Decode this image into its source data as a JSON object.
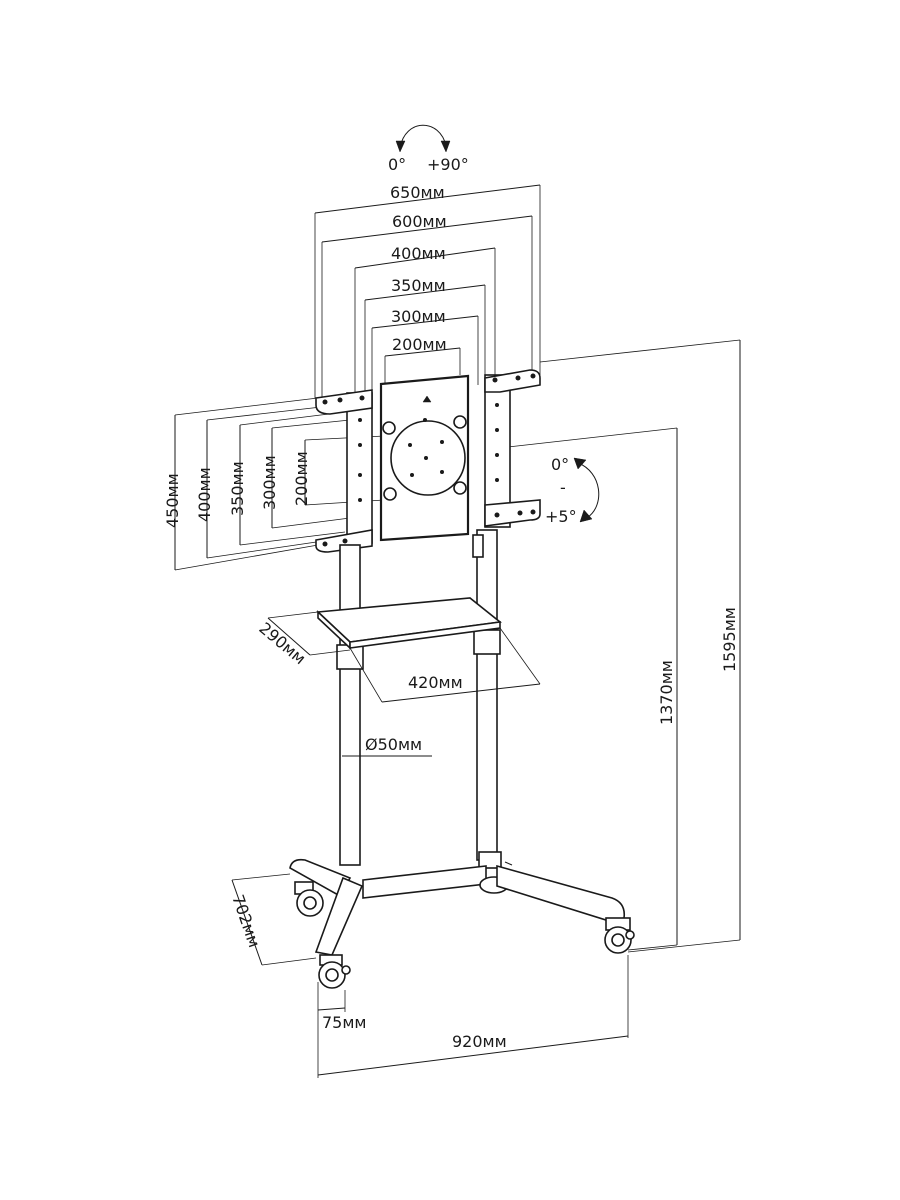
{
  "rotation": {
    "from": "0°",
    "to": "+90°"
  },
  "tilt": {
    "top": "0°",
    "mid": "-",
    "bottom": "+5°"
  },
  "horizontal_vesa": [
    "650мм",
    "600мм",
    "400мм",
    "350мм",
    "300мм",
    "200мм"
  ],
  "vertical_vesa": [
    "450мм",
    "400мм",
    "350мм",
    "300мм",
    "200мм"
  ],
  "shelf": {
    "depth": "290мм",
    "width": "420мм"
  },
  "pole_diameter": "Ø50мм",
  "heights": {
    "max": "1595мм",
    "mount": "1370мм"
  },
  "base": {
    "depth": "702мм",
    "width": "920мм",
    "caster": "75мм"
  },
  "colors": {
    "line": "#1a1a1a",
    "background": "#ffffff"
  }
}
